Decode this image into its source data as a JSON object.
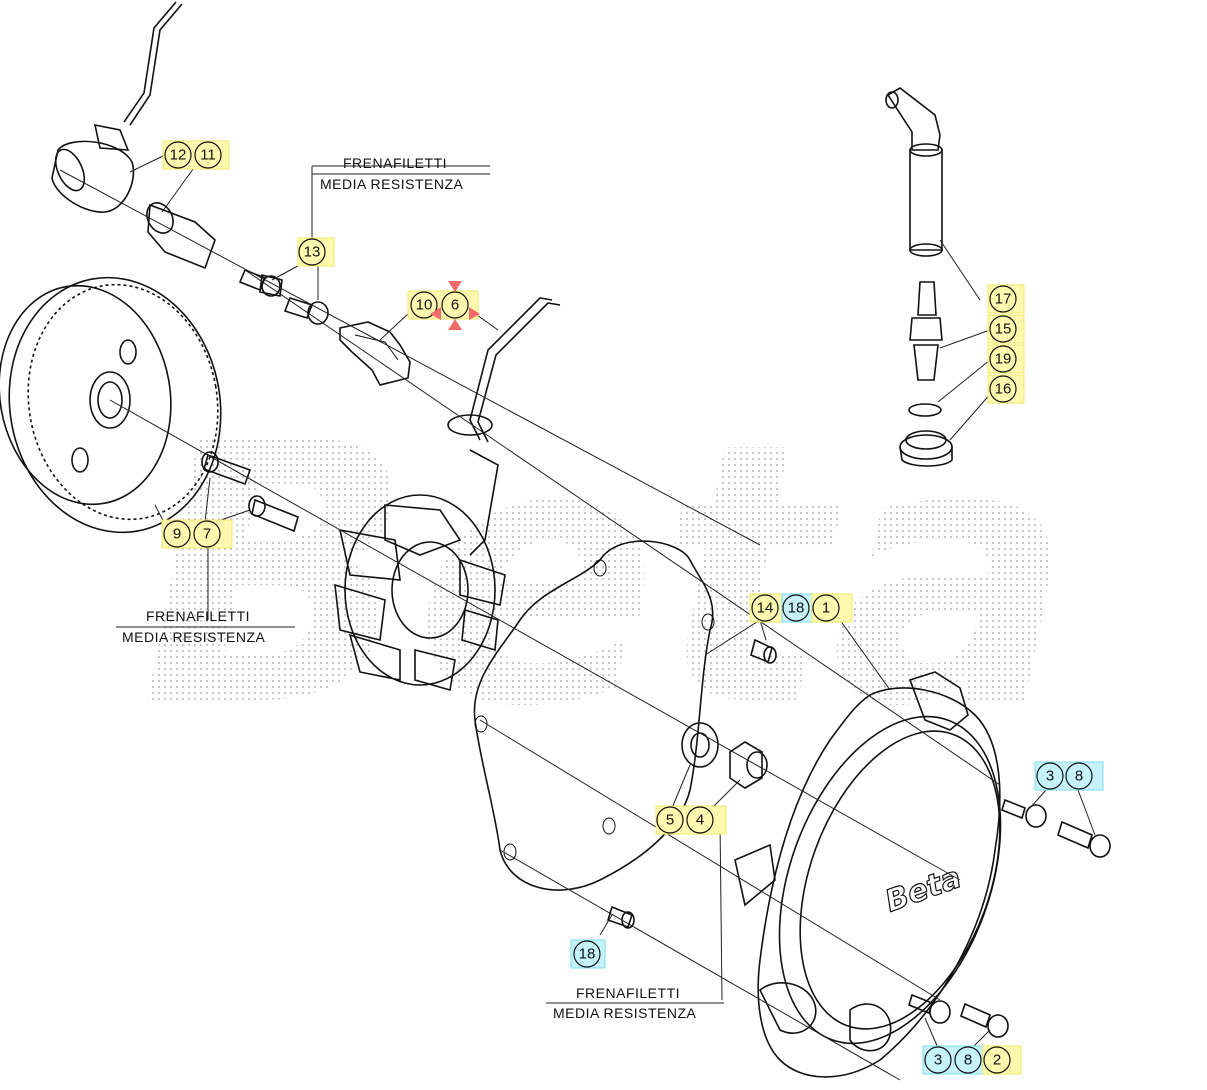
{
  "notes": [
    {
      "id": "note-top",
      "line1": "FRENAFILETTI",
      "line2": "MEDIA RESISTENZA"
    },
    {
      "id": "note-left",
      "line1": "FRENAFILETTI",
      "line2": "MEDIA RESISTENZA"
    },
    {
      "id": "note-bottom",
      "line1": "FRENAFILETTI",
      "line2": "MEDIA RESISTENZA"
    }
  ],
  "callouts": {
    "pickup": [
      "12",
      "11"
    ],
    "screws_top": [
      "13"
    ],
    "clip": [
      "10",
      "6"
    ],
    "spark_plug": [
      "17",
      "15",
      "19",
      "16"
    ],
    "flywheel_screws": [
      "9",
      "7"
    ],
    "cover_upper": [
      "14",
      "18",
      "1"
    ],
    "cover_screws_right": [
      "3",
      "8"
    ],
    "washer_nut": [
      "5",
      "4"
    ],
    "dowel_lower": [
      "18"
    ],
    "cover_screws_bottom": [
      "3",
      "8",
      "2"
    ]
  },
  "colors": {
    "highlight_yellow": "#fff9b0",
    "highlight_cyan": "#c6f3fb",
    "marker_red": "#f06a6a",
    "line": "#111111"
  },
  "watermark": "Beta",
  "cover_logo": "Beta"
}
